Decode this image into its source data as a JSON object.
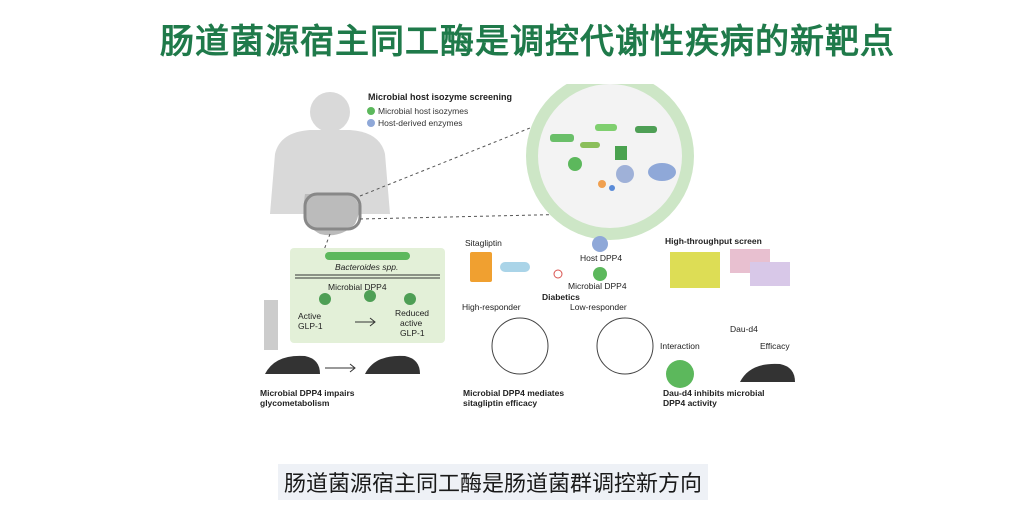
{
  "slide": {
    "title": "肠道菌源宿主同工酶是调控代谢性疾病的新靶点",
    "caption": "肠道菌源宿主同工酶是肠道菌群调控新方向"
  },
  "figure": {
    "screening": {
      "heading": "Microbial host isozyme screening",
      "legend_microbial": "Microbial host isozymes",
      "legend_host": "Host-derived enzymes",
      "colors": {
        "microbial": "#5cb85c",
        "host": "#8fa8d8"
      }
    },
    "panel_left": {
      "bacteroides": "Bacteroides spp.",
      "microbial_dpp4": "Microbial DPP4",
      "active": "Active",
      "glp1": "GLP-1",
      "reduced_line1": "Reduced",
      "reduced_line2": "active",
      "reduced_line3": "GLP-1",
      "caption_line1": "Microbial DPP4 impairs",
      "caption_line2": "glycometabolism"
    },
    "panel_mid": {
      "sitagliptin": "Sitagliptin",
      "host_dpp4": "Host DPP4",
      "microbial_dpp4": "Microbial DPP4",
      "diabetics": "Diabetics",
      "high_responder": "High-responder",
      "low_responder": "Low-responder",
      "caption_line1": "Microbial DPP4 mediates",
      "caption_line2": "sitagliptin efficacy"
    },
    "panel_right": {
      "heading": "High-throughput screen",
      "dau_d4": "Dau-d4",
      "interaction": "Interaction",
      "efficacy": "Efficacy",
      "caption_line1": "Dau-d4 inhibits microbial",
      "caption_line2": "DPP4 activity"
    }
  }
}
